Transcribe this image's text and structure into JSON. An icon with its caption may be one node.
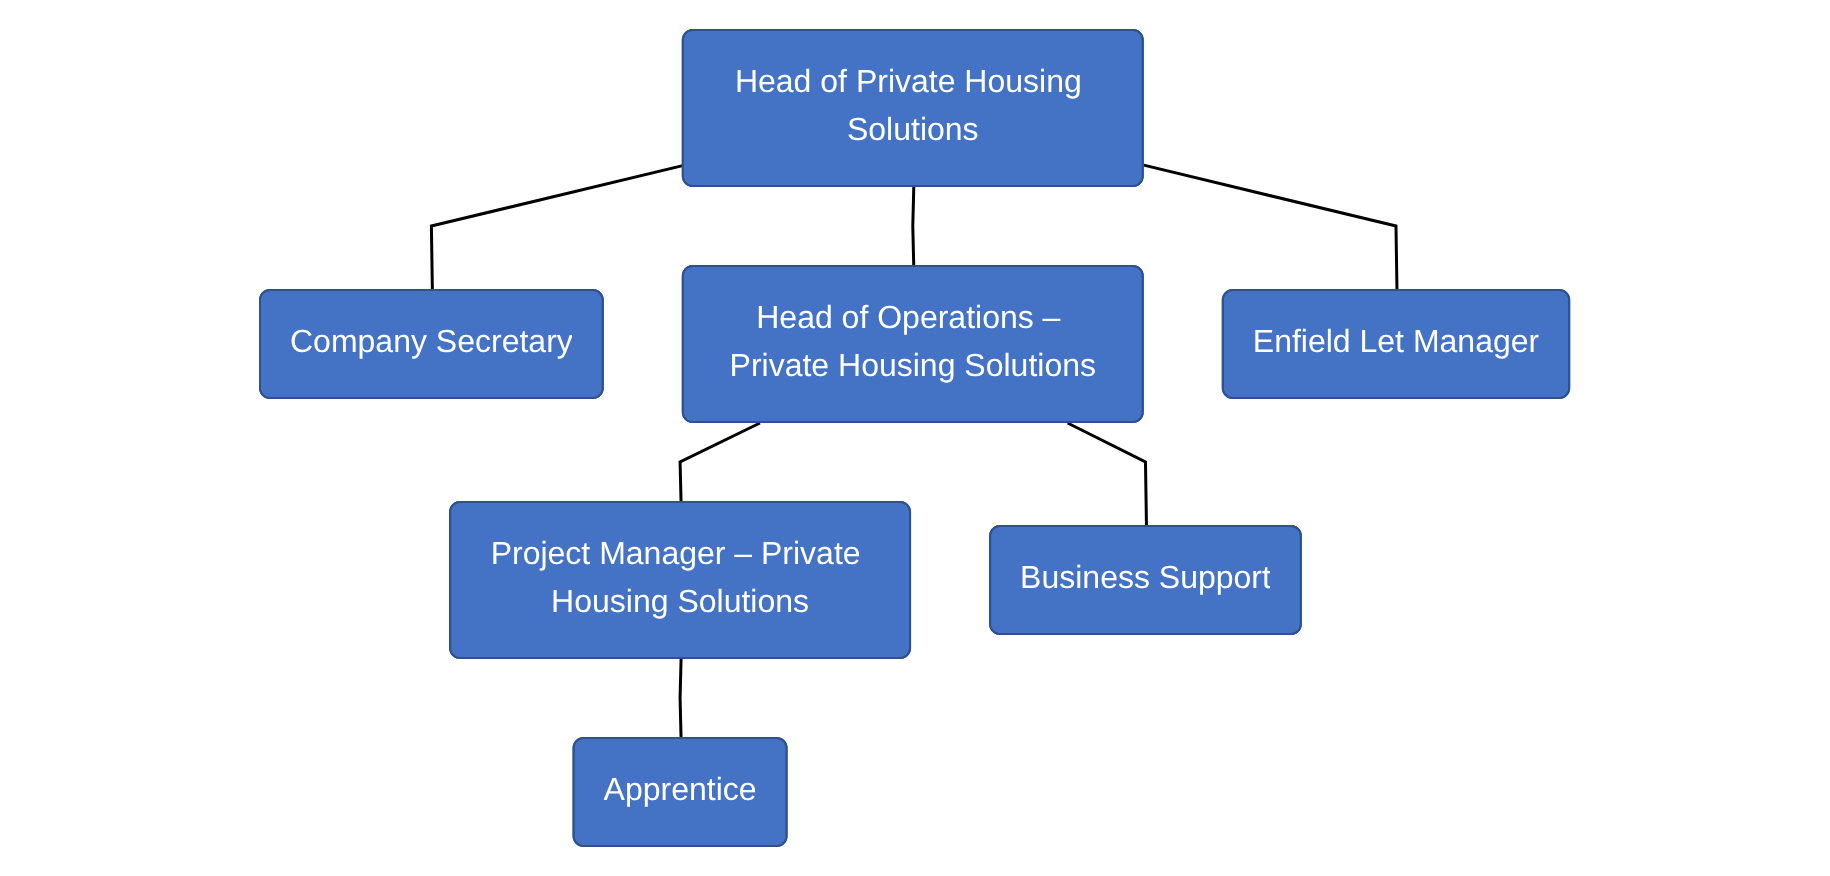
{
  "diagram": {
    "nodes": [
      {
        "text": [
          "Head of Private Housing Solutions"
        ]
      },
      {
        "text": [
          "Company Secretary"
        ]
      },
      {
        "text": [
          "Head of Operations – Private Housing Solutions"
        ]
      },
      {
        "text": [
          "Enfield Let Manager"
        ]
      },
      {
        "text": [
          "Project Manager – Private Housing Solutions"
        ]
      },
      {
        "text": [
          "Business Support"
        ]
      },
      {
        "text": [
          "Apprentice"
        ]
      }
    ],
    "edges": [
      {
        "from": 0,
        "to": 1,
        "arrow": "none"
      },
      {
        "from": 0,
        "to": 2,
        "arrow": "none"
      },
      {
        "from": 0,
        "to": 3,
        "arrow": "none"
      },
      {
        "from": 2,
        "to": 5,
        "arrow": "none"
      },
      {
        "from": 2,
        "to": 4,
        "arrow": "none"
      },
      {
        "from": 4,
        "to": 6,
        "arrow": "none"
      }
    ]
  }
}
